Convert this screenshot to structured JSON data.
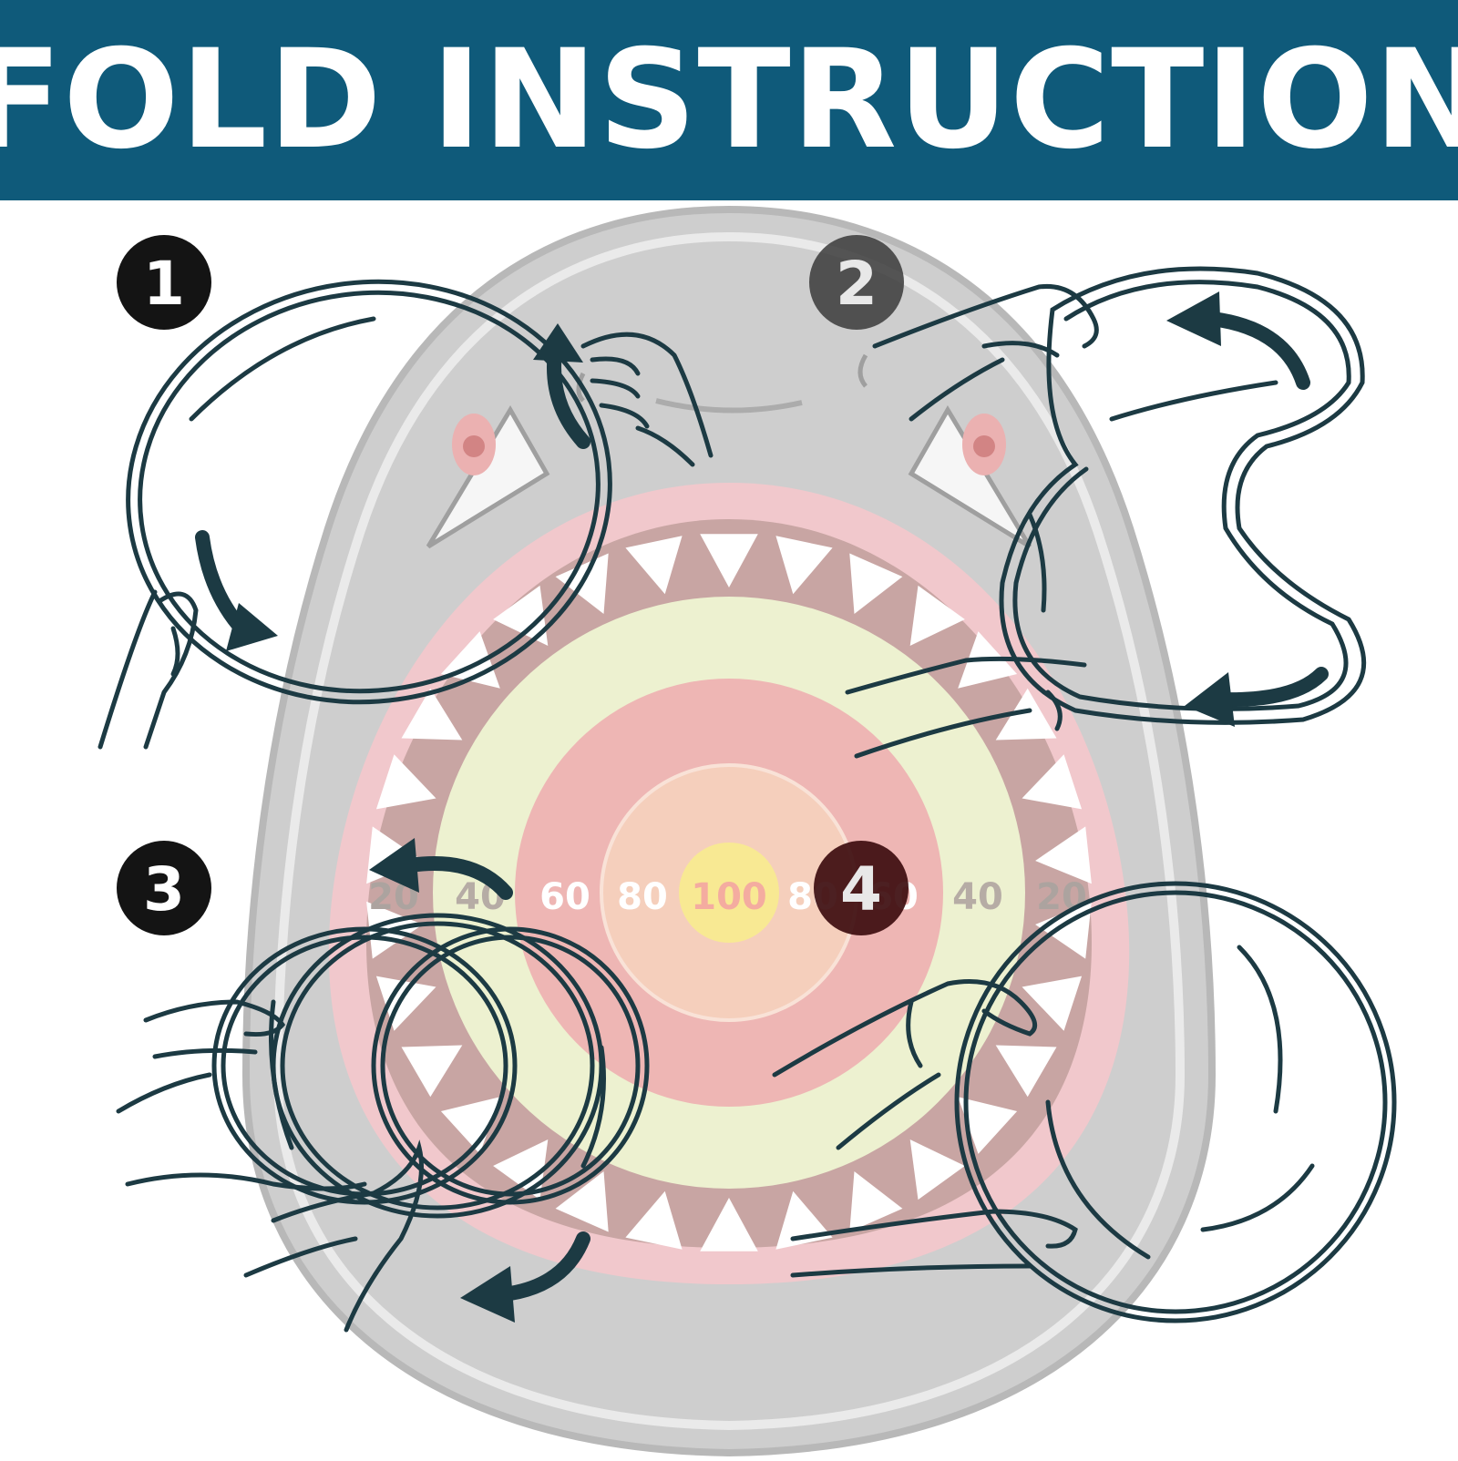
{
  "banner": {
    "title": "FOLD INSTRUCTION"
  },
  "steps": [
    {
      "number": "1"
    },
    {
      "number": "2"
    },
    {
      "number": "3"
    },
    {
      "number": "4"
    }
  ],
  "target": {
    "score_labels": [
      "20",
      "40",
      "60",
      "80",
      "100",
      "80",
      "60",
      "40",
      "20"
    ]
  },
  "colors": {
    "banner": "#0f5a7a",
    "shark_body": "#bdbdbd",
    "mouth_outer": "#eeb9bf",
    "mouth_inner": "#b9908d",
    "ring_green": "#e7edc2",
    "ring_red": "#eaa5a3",
    "ring_peach": "#f2c3ad",
    "bullseye": "#f6e37a",
    "line_art": "#1c3a43"
  },
  "icons": [
    "shark-target-icon",
    "hand-icon",
    "fold-arrow-icon",
    "hoop-ring-icon"
  ]
}
